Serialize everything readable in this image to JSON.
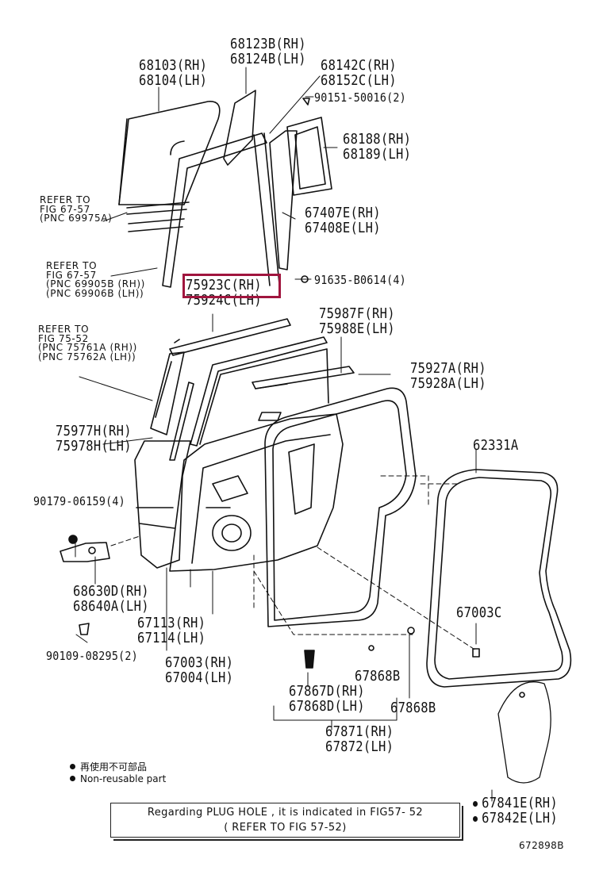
{
  "callouts": {
    "c68123b": [
      "68123B(RH)",
      "68124B(LH)"
    ],
    "c68103": [
      "68103(RH)",
      "68104(LH)"
    ],
    "c68142c": [
      "68142C(RH)",
      "68152C(LH)"
    ],
    "c90151": [
      "90151-50016(2)"
    ],
    "c68188": [
      "68188(RH)",
      "68189(LH)"
    ],
    "c67407e": [
      "67407E(RH)",
      "67408E(LH)"
    ],
    "c91635": [
      "91635-B0614(4)"
    ],
    "c75923c": [
      "75923C(RH)",
      "75924C(LH)"
    ],
    "c75987f": [
      "75987F(RH)",
      "75988E(LH)"
    ],
    "c75927a": [
      "75927A(RH)",
      "75928A(LH)"
    ],
    "c75977h": [
      "75977H(RH)",
      "75978H(LH)"
    ],
    "c62331a": [
      "62331A"
    ],
    "c90179": [
      "90179-06159(4)"
    ],
    "c68630d": [
      "68630D(RH)",
      "68640A(LH)"
    ],
    "c67113": [
      "67113(RH)",
      "67114(LH)"
    ],
    "c67003c": [
      "67003C"
    ],
    "c90109": [
      "90109-08295(2)"
    ],
    "c67003": [
      "67003(RH)",
      "67004(LH)"
    ],
    "c67868b1": [
      "67868B"
    ],
    "c67867d": [
      "67867D(RH)",
      "67868D(LH)"
    ],
    "c67868b2": [
      "67868B"
    ],
    "c67871": [
      "67871(RH)",
      "67872(LH)"
    ],
    "c67841e": [
      "67841E(RH)",
      "67842E(LH)"
    ]
  },
  "refers": {
    "r1": [
      "REFER TO",
      "FIG 67-57",
      "(PNC 69975A)"
    ],
    "r2": [
      "REFER TO",
      "FIG 67-57",
      "(PNC 69905B (RH))",
      "(PNC 69906B (LH))"
    ],
    "r3": [
      "REFER TO",
      "FIG 75-52",
      "(PNC 75761A (RH))",
      "(PNC 75762A (LH))"
    ]
  },
  "legend": {
    "line1": "再使用不可部品",
    "line2": "Non-reusable part"
  },
  "note": {
    "line1": "Regarding PLUG HOLE , it is indicated in FIG57- 52",
    "line2": "( REFER TO FIG 57-52)"
  },
  "diagram_id": "672898B",
  "highlight": {
    "part": "75923C(RH)",
    "color": "#a0153e"
  }
}
